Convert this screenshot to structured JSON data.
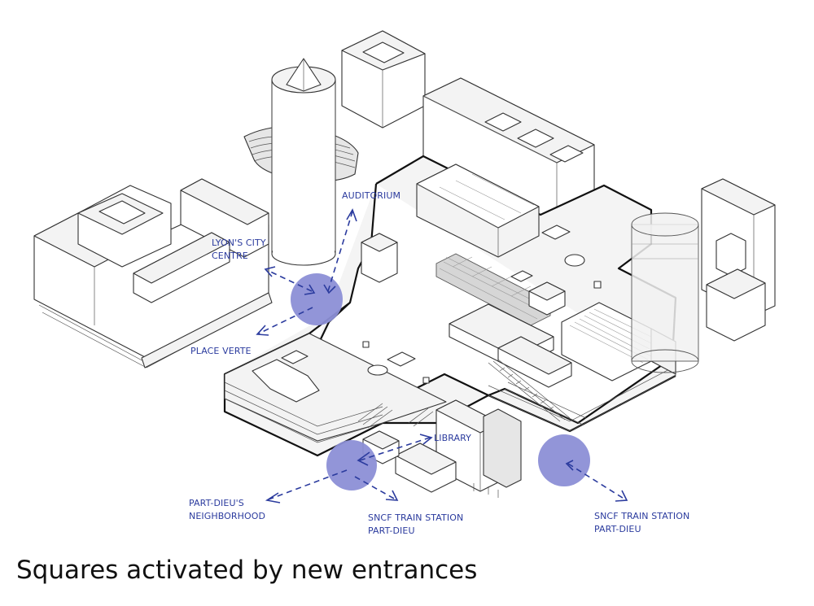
{
  "labels": {
    "auditorium": "AUDITORIUM",
    "lyon_centre_line1": "LYON'S CITY",
    "lyon_centre_line2": "CENTRE",
    "place_verte": "PLACE VERTE",
    "library": "LIBRARY",
    "part_dieu_nb_line1": "PART-DIEU'S",
    "part_dieu_nb_line2": "NEIGHBORHOOD",
    "sncf_a_line1": "SNCF TRAIN STATION",
    "sncf_a_line2": "PART-DIEU",
    "sncf_b_line1": "SNCF TRAIN STATION",
    "sncf_b_line2": "PART-DIEU"
  },
  "caption": "Squares activated by new entrances",
  "colors": {
    "entrance_circle": "#8c8fd6",
    "arrow": "#2b3b9e",
    "outline": "#111111"
  }
}
